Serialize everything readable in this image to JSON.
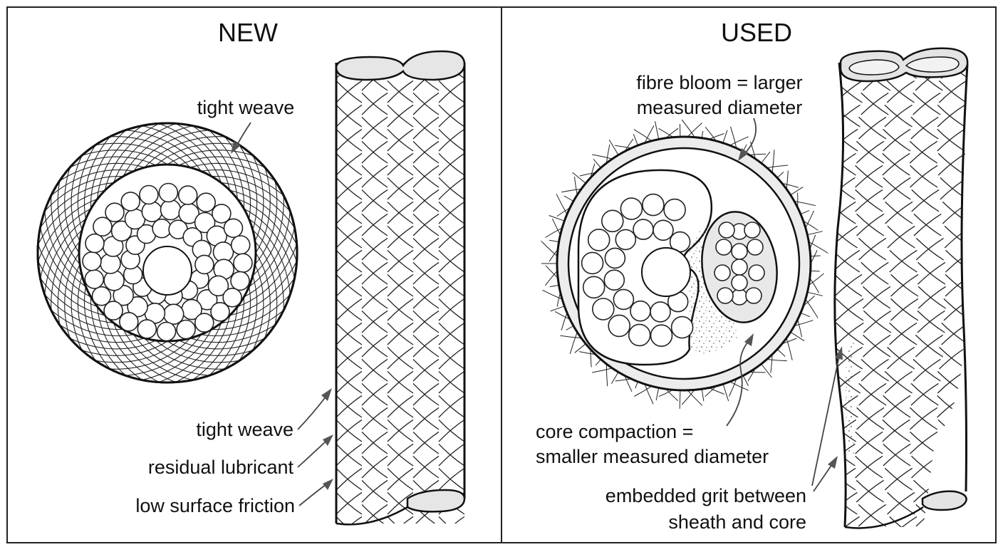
{
  "panels": {
    "new": {
      "title": "NEW",
      "labels": {
        "tight_weave_top": "tight weave",
        "tight_weave": "tight weave",
        "residual_lubricant": "residual lubricant",
        "low_surface_friction": "low surface friction"
      }
    },
    "used": {
      "title": "USED",
      "labels": {
        "fibre_bloom_line1": "fibre bloom = larger",
        "fibre_bloom_line2": "measured diameter",
        "core_compaction_line1": "core compaction =",
        "core_compaction_line2": "smaller measured diameter",
        "grit_line1": "embedded grit between",
        "grit_line2": "sheath and core"
      }
    }
  },
  "colors": {
    "ink": "#111111",
    "arrow": "#555555",
    "sheath_fill": "#ececec",
    "background": "#ffffff"
  }
}
